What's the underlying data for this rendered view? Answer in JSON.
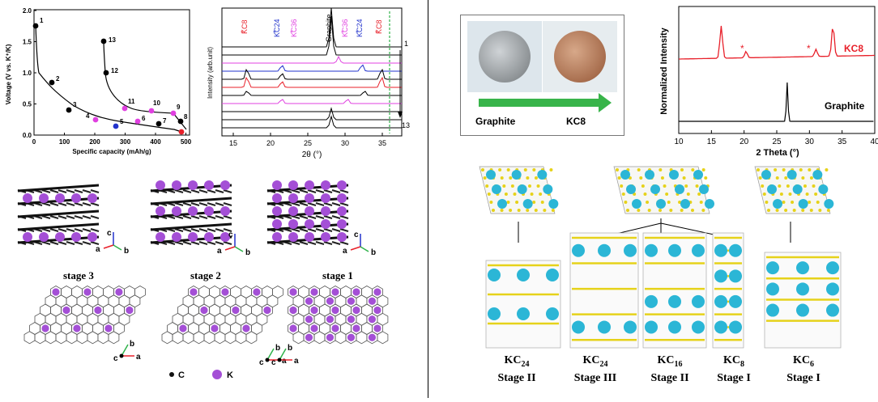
{
  "colors": {
    "carbon": "#111111",
    "potassium": "#a44fd6",
    "red": "#e8202a",
    "blue": "#2233cc",
    "magenta": "#e040e0",
    "green": "#2fb24a",
    "cyan_atom": "#2bb6d6",
    "yellow_atom": "#e6d21a"
  },
  "left": {
    "voltage_chart": {
      "ylabel": "Voltage (V vs. K⁺/K)",
      "xlabel": "Specific capacity (mAh/g)",
      "x_ticks": [
        "0",
        "100",
        "200",
        "300",
        "400",
        "500"
      ],
      "y_ticks": [
        "0.0",
        "0.5",
        "1.0",
        "1.5",
        "2.0"
      ],
      "point_labels": [
        "1",
        "2",
        "3",
        "4",
        "5",
        "6",
        "7",
        "8",
        "9",
        "10",
        "11",
        "12",
        "13"
      ]
    },
    "xrd_chart": {
      "ylabel": "Intensity (arb.unit)",
      "xlabel": "2θ (°)",
      "x_ticks": [
        "15",
        "20",
        "25",
        "30",
        "35"
      ],
      "peak_labels": {
        "kc8_left": "KC8",
        "kc24_left": "KC24",
        "kc36_left": "KC36",
        "graphite": "Graphite",
        "kc36_right": "KC36",
        "kc24_right": "KC24",
        "kc8_right": "KC8"
      },
      "arrow_top": "1",
      "arrow_bottom": "13"
    },
    "stages": [
      "stage 3",
      "stage 2",
      "stage 1"
    ],
    "axis_letters": {
      "a": "a",
      "b": "b",
      "c": "c"
    },
    "legend": {
      "carbon": "C",
      "potassium": "K"
    }
  },
  "right": {
    "photo": {
      "left_label": "Graphite",
      "right_label": "KC8"
    },
    "xrd_chart": {
      "ylabel": "Normalized Intensity",
      "xlabel": "2 Theta (°)",
      "x_ticks": [
        "10",
        "15",
        "20",
        "25",
        "30",
        "35",
        "40"
      ],
      "kc8_label": "KC8",
      "graphite_label": "Graphite"
    },
    "structures": [
      {
        "formula": "KC",
        "sub": "24",
        "stage": "Stage II"
      },
      {
        "formula": "KC",
        "sub": "24",
        "stage": "Stage III"
      },
      {
        "formula": "KC",
        "sub": "16",
        "stage": "Stage II"
      },
      {
        "formula": "KC",
        "sub": "8",
        "stage": "Stage I"
      },
      {
        "formula": "KC",
        "sub": "6",
        "stage": "Stage I"
      }
    ]
  }
}
